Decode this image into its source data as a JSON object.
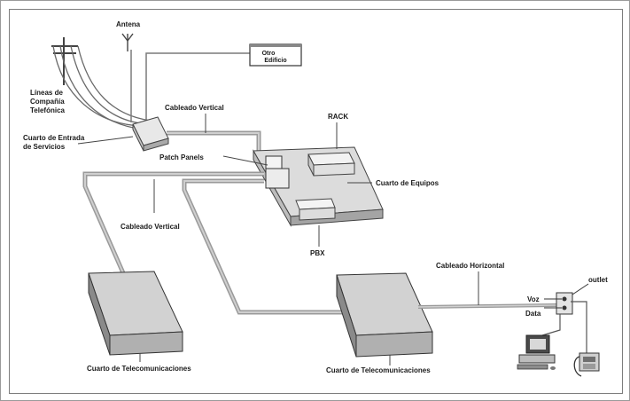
{
  "labels": {
    "antena": "Antena",
    "otro_edificio_1": "Otro",
    "otro_edificio_2": "Edificio",
    "lineas_1": "Líneas de",
    "lineas_2": "Compañía",
    "lineas_3": "Telefónica",
    "cableado_vertical_top": "Cableado Vertical",
    "cuarto_entrada_1": "Cuarto de Entrada",
    "cuarto_entrada_2": "de Servicios",
    "patch_panels": "Patch Panels",
    "rack": "RACK",
    "cuarto_equipos": "Cuarto de Equipos",
    "cableado_vertical_left": "Cableado Vertical",
    "pbx": "PBX",
    "cableado_horizontal": "Cableado Horizontal",
    "outlet": "outlet",
    "voz": "Voz",
    "data": "Data",
    "cuarto_telecom_left": "Cuarto de Telecomunicaciones",
    "cuarto_telecom_right": "Cuarto de Telecomunicaciones"
  },
  "colors": {
    "cable": "#a8a8a8",
    "cable_dark": "#5c5c5c",
    "box_top": "#e6e6e6",
    "box_front": "#bdbdbd",
    "box_side": "#8f8f8f",
    "line": "#333333"
  }
}
